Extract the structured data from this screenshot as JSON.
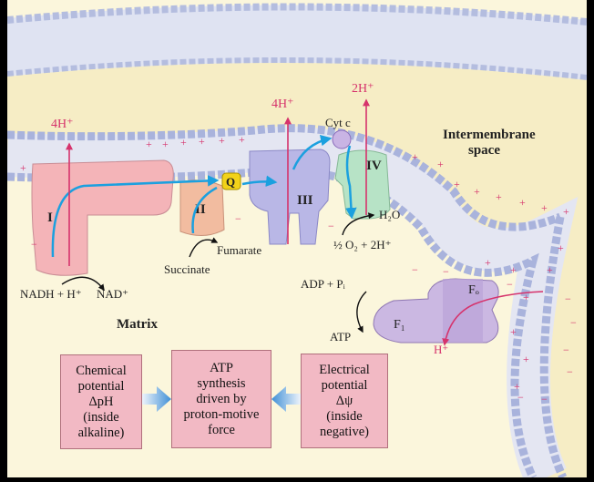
{
  "labels": {
    "complex_i": "I",
    "complex_ii": "II",
    "complex_iii": "III",
    "complex_iv": "IV",
    "q": "Q",
    "cyt_c": "Cyt c",
    "h_4_left": "4H⁺",
    "h_4_mid": "4H⁺",
    "h_2": "2H⁺",
    "intermembrane": [
      "Intermembrane",
      "space"
    ],
    "matrix": "Matrix",
    "nadh": "NADH + H⁺",
    "nad": "NAD⁺",
    "succinate": "Succinate",
    "fumarate": "Fumarate",
    "h2o": "H₂O",
    "half_o2": "½ O₂ + 2H⁺",
    "adp": "ADP + Pᵢ",
    "atp": "ATP",
    "fo": "Fₒ",
    "f1": "F₁",
    "h_plus_bottom": "H⁺"
  },
  "boxes": {
    "chemical": [
      "Chemical",
      "potential",
      "ΔpH",
      "(inside",
      "alkaline)"
    ],
    "atp_synthesis": [
      "ATP",
      "synthesis",
      "driven by",
      "proton-motive",
      "force"
    ],
    "electrical": [
      "Electrical",
      "potential",
      "Δψ",
      "(inside",
      "negative)"
    ]
  },
  "colors": {
    "membrane_head": "#c9d0ea",
    "intermembrane_fill": "#f6edc5",
    "matrix_fill": "#fbf6dc",
    "complex_i": "#f4b4b8",
    "complex_ii": "#f2bca0",
    "complex_iii": "#b9b7e6",
    "complex_iv": "#b7e3c6",
    "atp_synthase": "#cbb8e2",
    "electron_arrow": "#1ba0df",
    "proton_arrow": "#d6336c",
    "box_fill": "#f2b9c4"
  }
}
